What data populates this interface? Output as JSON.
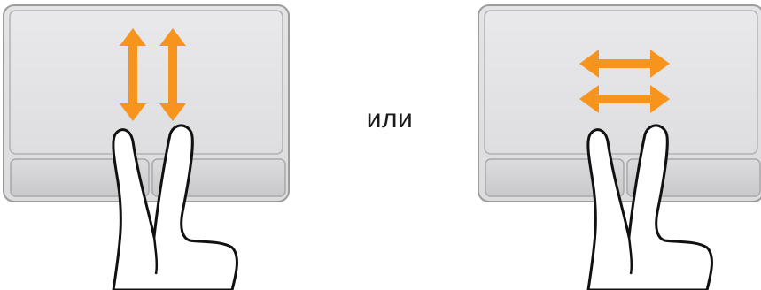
{
  "separator_text": "или",
  "colors": {
    "arrow": "#f7941d",
    "pad_border": "#9a9a9a",
    "finger_stroke": "#111111"
  },
  "gestures": [
    {
      "direction": "vertical",
      "arrows": 2
    },
    {
      "direction": "horizontal",
      "arrows": 2
    }
  ]
}
